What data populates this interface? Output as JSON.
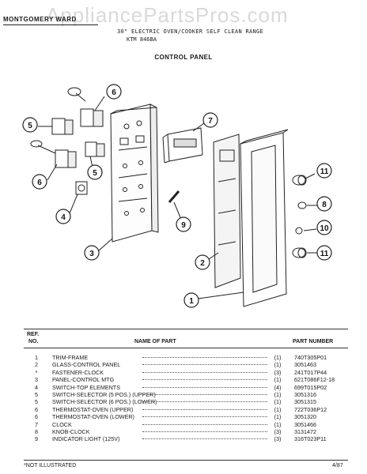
{
  "watermark": "AppliancePartsPros.com",
  "header": {
    "brand": "MONTGOMERY WARD",
    "model_line1": "30\" ELECTRIC OVEN/COOKER SELF CLEAN RANGE",
    "model_line2": "KTM 846BA"
  },
  "section_title": "CONTROL PANEL",
  "callouts": [
    "6",
    "5",
    "6",
    "5",
    "4",
    "3",
    "7",
    "9",
    "2",
    "1",
    "11",
    "8",
    "10",
    "11"
  ],
  "table": {
    "col_ref_line1": "REF.",
    "col_ref_line2": "NO.",
    "col_name": "NAME OF PART",
    "col_part": "PART NUMBER",
    "rows": [
      {
        "ref": "1",
        "name": "TRIM-FRAME",
        "qty": "(1)",
        "part": "740T305P01"
      },
      {
        "ref": "2",
        "name": "GLASS-CONTROL PANEL",
        "qty": "(1)",
        "part": "3051463"
      },
      {
        "ref": "*",
        "name": "FASTENER-CLOCK",
        "qty": "(3)",
        "part": "241T017P44"
      },
      {
        "ref": "3",
        "name": "PANEL-CONTROL MTG",
        "qty": "(1)",
        "part": "621T086F12-18"
      },
      {
        "ref": "4",
        "name": "SWITCH-TOP ELEMENTS",
        "qty": "(4)",
        "part": "699T015P02"
      },
      {
        "ref": "5",
        "name": "SWITCH-SELECTOR (5 POS.) (UPPER)",
        "qty": "(1)",
        "part": "3051316"
      },
      {
        "ref": "5",
        "name": "SWITCH-SELECTOR (6 POS.) (LOWER)",
        "qty": "(1)",
        "part": "3051315"
      },
      {
        "ref": "6",
        "name": "THERMOSTAT-OVEN (UPPER)",
        "qty": "(1)",
        "part": "722T036P12"
      },
      {
        "ref": "6",
        "name": "THERMOSTAT-OVEN (LOWER)",
        "qty": "(1)",
        "part": "3051320"
      },
      {
        "ref": "7",
        "name": "CLOCK",
        "qty": "(1)",
        "part": "3051466"
      },
      {
        "ref": "8",
        "name": "KNOB-CLOCK",
        "qty": "(3)",
        "part": "3131472"
      },
      {
        "ref": "9",
        "name": "INDICATOR LIGHT (125V)",
        "qty": "(3)",
        "part": "316T023P11"
      }
    ]
  },
  "footer": {
    "note": "*NOT ILLUSTRATED",
    "date": "4/87"
  }
}
